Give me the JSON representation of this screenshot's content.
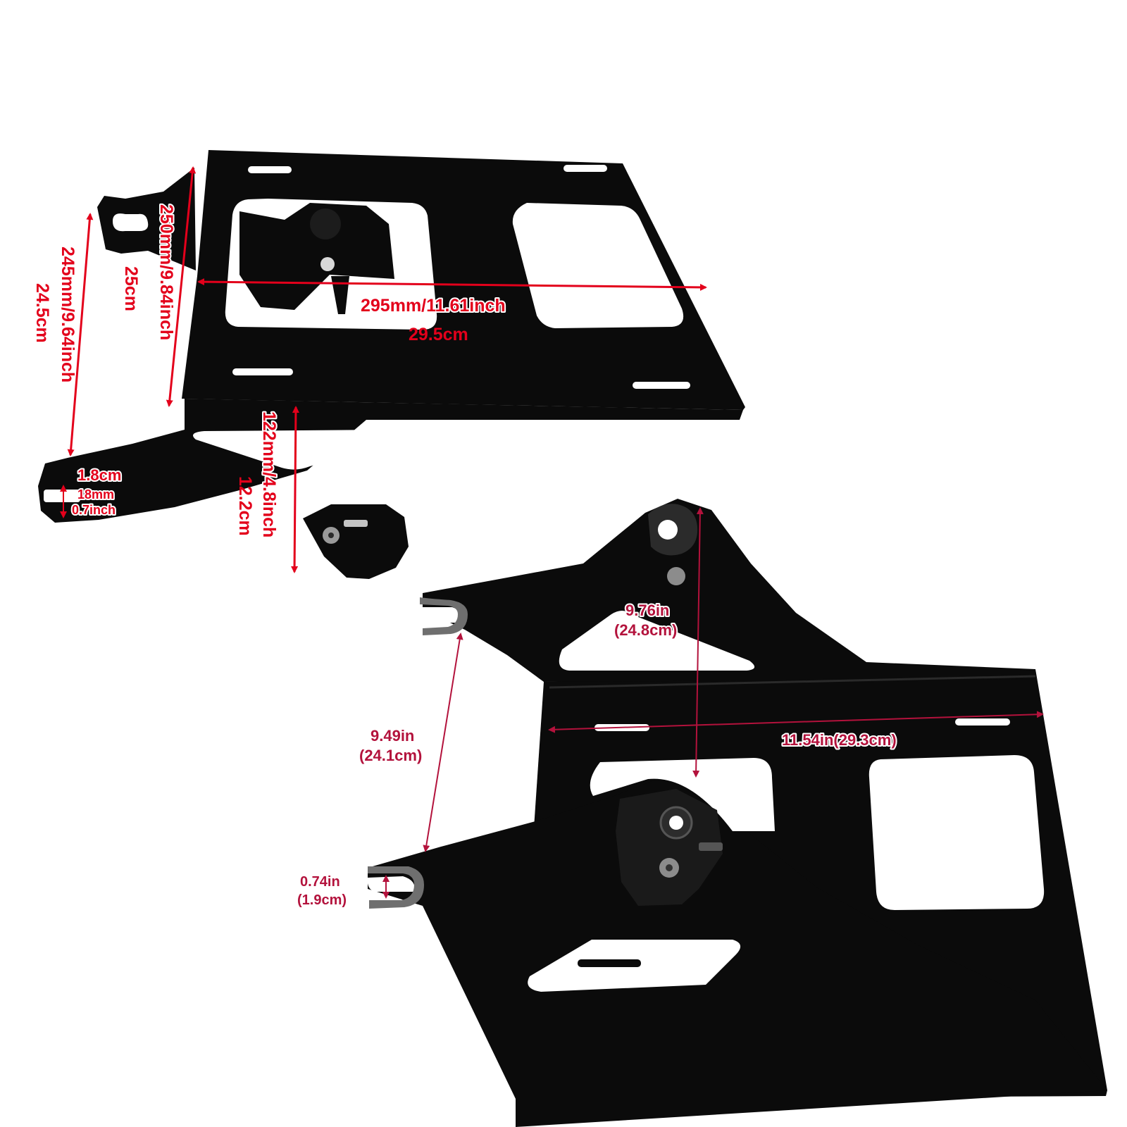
{
  "colors": {
    "background": "#ffffff",
    "metal": "#0b0b0b",
    "metal_edge": "#2a2a2a",
    "cutout": "#ffffff",
    "hardware": "#6f6f6f",
    "dimension_red": "#e3001b",
    "dimension_crimson": "#b3123c"
  },
  "top_view": {
    "dimensions": {
      "width_line1": "295mm/11.61inch",
      "width_line2": "29.5cm",
      "depth_line1": "250mm/9.84inch",
      "depth_line2": "25cm",
      "span_line1": "245mm/9.64inch",
      "span_line2": "24.5cm",
      "height_line1": "122mm/4.8inch",
      "height_line2": "12.2cm",
      "slot_line1": "1.8cm",
      "slot_line2": "18mm",
      "slot_line3": "0.7inch"
    }
  },
  "bottom_view": {
    "dimensions": {
      "width": "11.54in(29.3cm)",
      "depth_line1": "9.76in",
      "depth_line2": "(24.8cm)",
      "span_line1": "9.49in",
      "span_line2": "(24.1cm)",
      "slot_line1": "0.74in",
      "slot_line2": "(1.9cm)"
    }
  }
}
